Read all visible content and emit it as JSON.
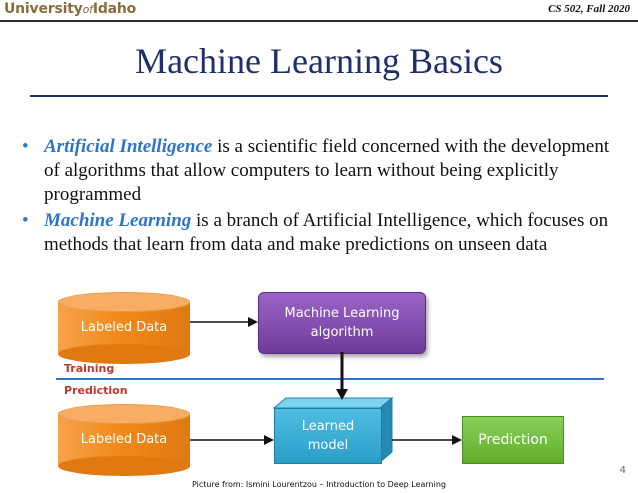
{
  "header": {
    "logo_pre": "University",
    "logo_of": "of",
    "logo_post": "Idaho",
    "course": "CS 502, Fall 2020"
  },
  "slide": {
    "title": "Machine Learning Basics",
    "bullets": [
      {
        "term": "Artificial Intelligence",
        "text": " is a scientific field concerned with the development of algorithms that allow computers to learn without being explicitly programmed"
      },
      {
        "term": "Machine Learning",
        "text": " is a branch of Artificial Intelligence, which focuses on methods that learn from data and make predictions on unseen data"
      }
    ],
    "bullet_symbol": "•"
  },
  "diagram": {
    "labeled_data_top": "Labeled Data",
    "ml_algorithm": "Machine Learning\nalgorithm",
    "training_label": "Training",
    "prediction_label": "Prediction",
    "labeled_data_bottom": "Labeled Data",
    "learned_model": "Learned\nmodel",
    "prediction_box": "Prediction"
  },
  "footer": {
    "caption": "Picture from: Ismini Lourentzou – Introduction to Deep Learning",
    "page_number": "4"
  },
  "colors": {
    "title": "#1f2f6b",
    "term": "#2e74c9",
    "orange": "#f08a1c",
    "purple": "#7b46a6",
    "cyan": "#36aad5",
    "green": "#6cbb35",
    "separator_label": "#c0392b"
  }
}
